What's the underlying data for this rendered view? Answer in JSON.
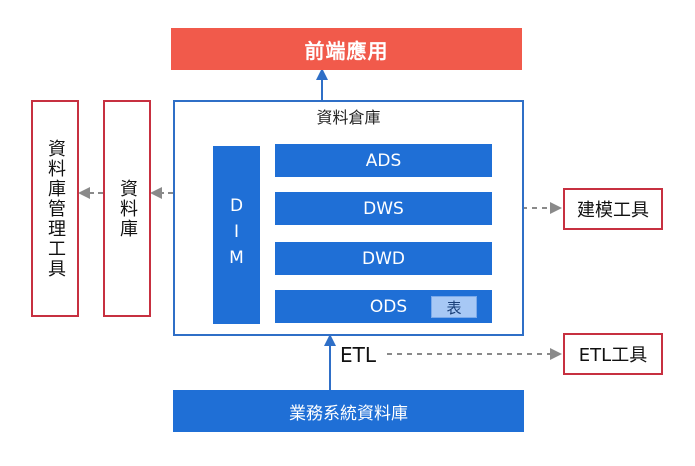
{
  "front_end": "前端應用",
  "warehouse": {
    "title": "資料倉庫",
    "dim": "DIM",
    "layers": [
      "ADS",
      "DWS",
      "DWD",
      "ODS"
    ],
    "table_tag": "表"
  },
  "source_db": "業務系統資料庫",
  "etl": "ETL",
  "tools": {
    "modeling": "建模工具",
    "etl_tool": "ETL工具",
    "warehouse_mgmt": "資料庫管理工具",
    "warehouse_small": "資料庫"
  },
  "colors": {
    "front": "#f15a4b",
    "blue": "#1f6fd6",
    "border_blue": "#2f6fc7",
    "red_border": "#c73040",
    "table_tag": "#a7c8f5"
  }
}
